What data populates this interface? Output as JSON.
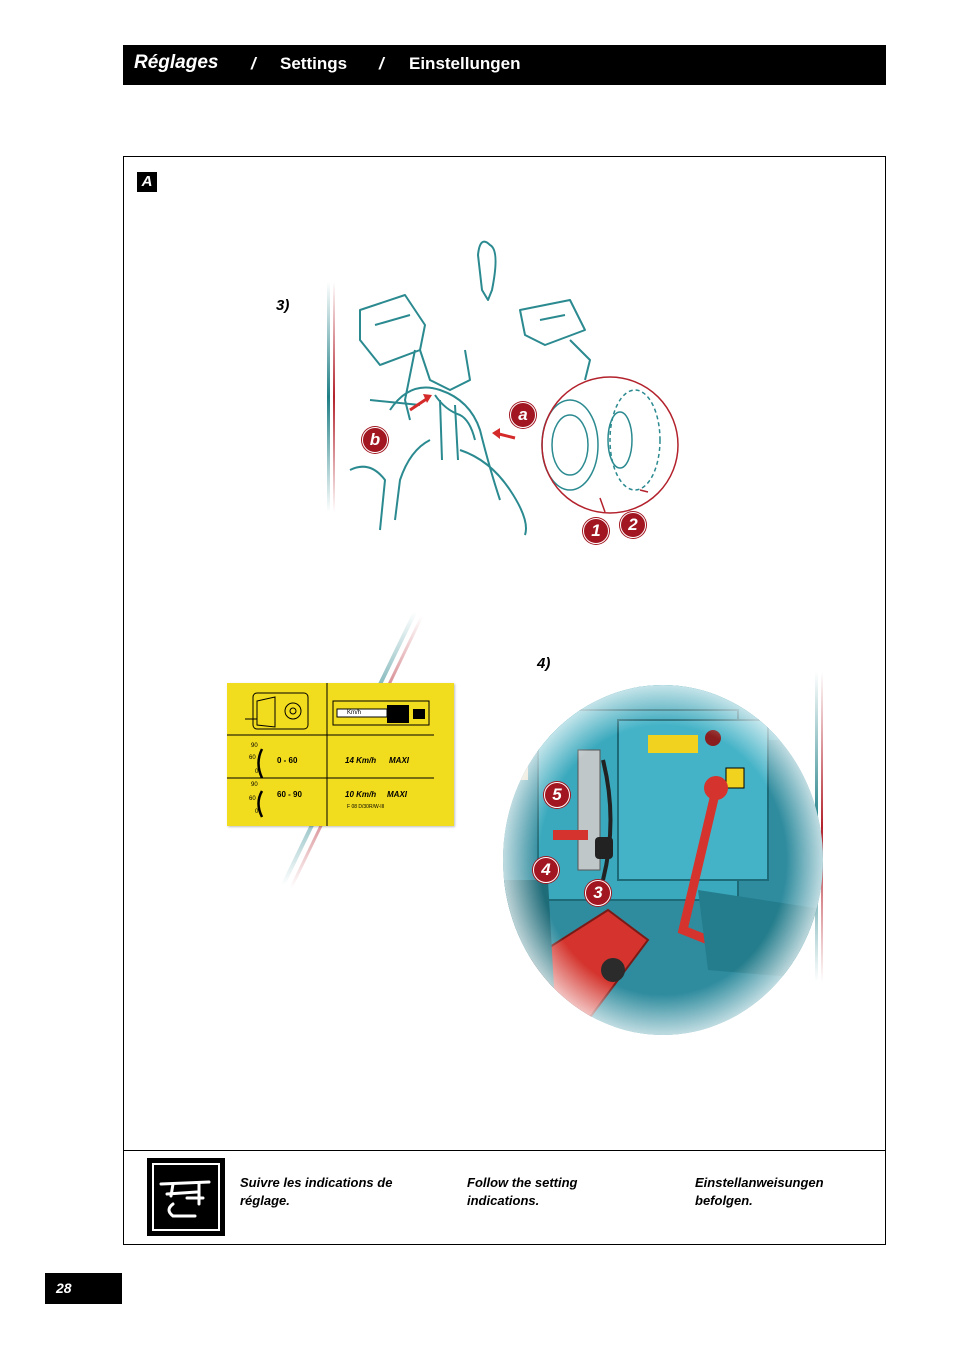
{
  "header": {
    "title_fr": "Réglages",
    "separator": "/",
    "title_en": "Settings",
    "title_de": "Einstellungen"
  },
  "section": {
    "badge": "A"
  },
  "steps": {
    "step3": {
      "label": "3)",
      "callouts": [
        "a",
        "b",
        "1",
        "2"
      ]
    },
    "step4": {
      "label": "4)",
      "callouts": [
        "5",
        "4",
        "3"
      ]
    }
  },
  "decal": {
    "unit": "Km/h",
    "rows": [
      {
        "scale_top": "90",
        "scale_mid": "60",
        "scale_bot": "0",
        "range": "0 - 60",
        "speed": "14 Km/h",
        "limit": "MAXI"
      },
      {
        "scale_top": "90",
        "scale_mid": "60",
        "scale_bot": "0",
        "range": "60 - 90",
        "speed": "10 Km/h",
        "limit": "MAXI"
      }
    ],
    "ref": "F 08 D/30R/W-III"
  },
  "note": {
    "icon": "pointing-hand-icon",
    "fr": "Suivre les indications de\nréglage.",
    "en": "Follow the setting\nindications.",
    "de": "Einstellanweisungen\nbefolgen."
  },
  "footer": {
    "page_number": "28"
  },
  "colors": {
    "callout_red": "#a11620",
    "machine_teal": "#2a9fb3",
    "decal_yellow": "#f2dc1e",
    "line_teal": "#1f7f86"
  }
}
